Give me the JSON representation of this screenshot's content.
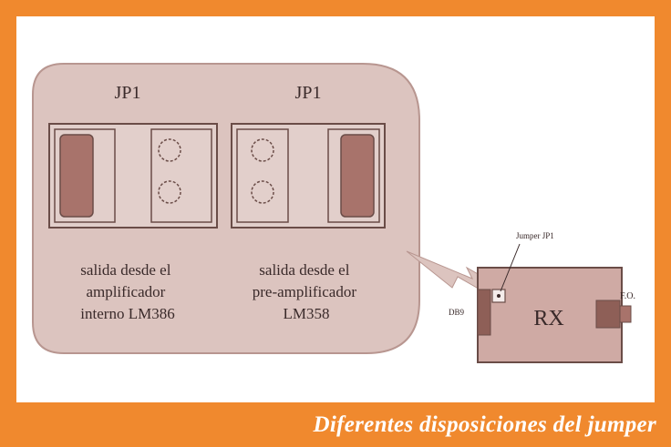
{
  "colors": {
    "frame": "#f0892e",
    "panel": "#ffffff",
    "board_fill": "#dcc4bf",
    "board_stroke": "#9a7d77",
    "slot_fill": "#a8736b",
    "module_fill": "#cfaaa4"
  },
  "diagram": {
    "left_jumper": {
      "title": "JP1",
      "caption": [
        "salida desde el",
        "amplificador",
        "interno LM386"
      ]
    },
    "right_jumper": {
      "title": "JP1",
      "caption": [
        "salida desde el",
        "pre-amplificador",
        "LM358"
      ]
    },
    "module": {
      "label": "RX",
      "jumper_label": "Jumper JP1",
      "left_tag": "DB9",
      "right_tag": "F.O."
    }
  },
  "caption": "Diferentes disposiciones del jumper"
}
